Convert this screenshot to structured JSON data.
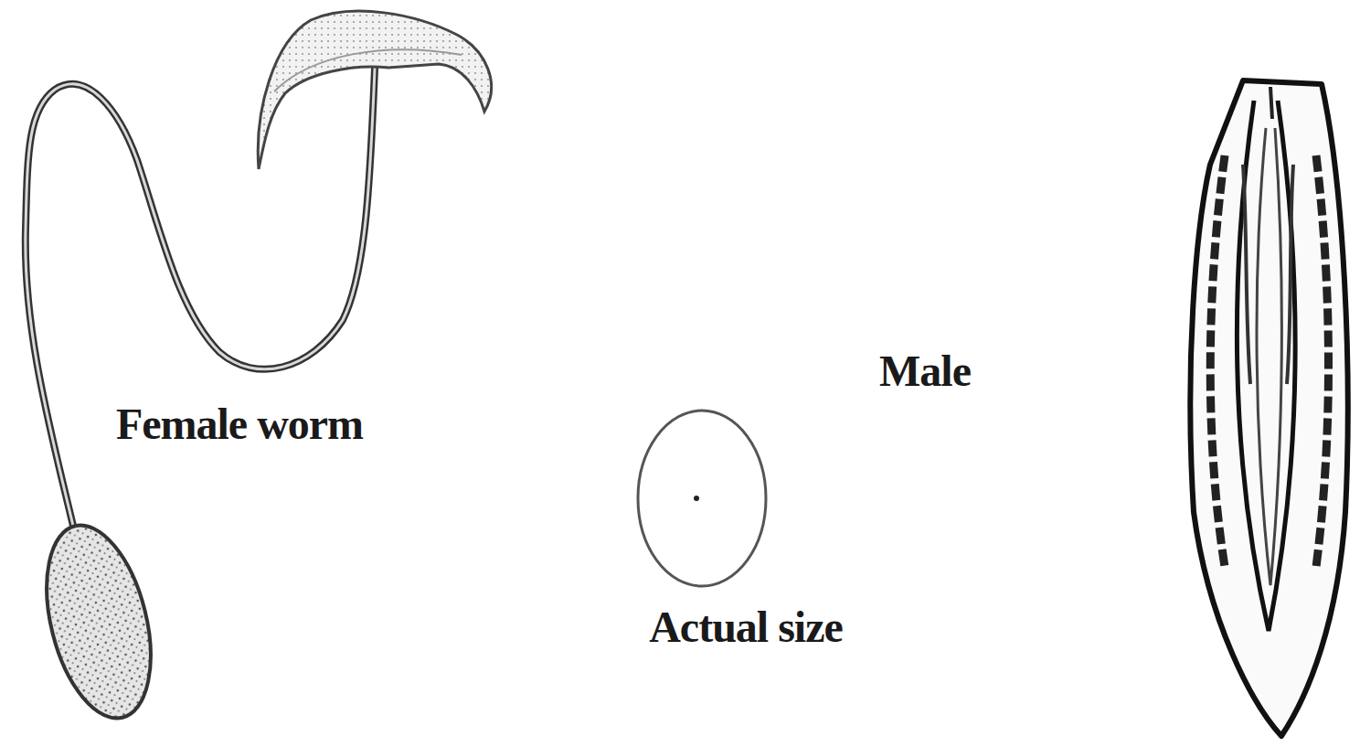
{
  "diagram": {
    "labels": [
      "Female worm",
      "Male",
      "Actual size"
    ]
  }
}
